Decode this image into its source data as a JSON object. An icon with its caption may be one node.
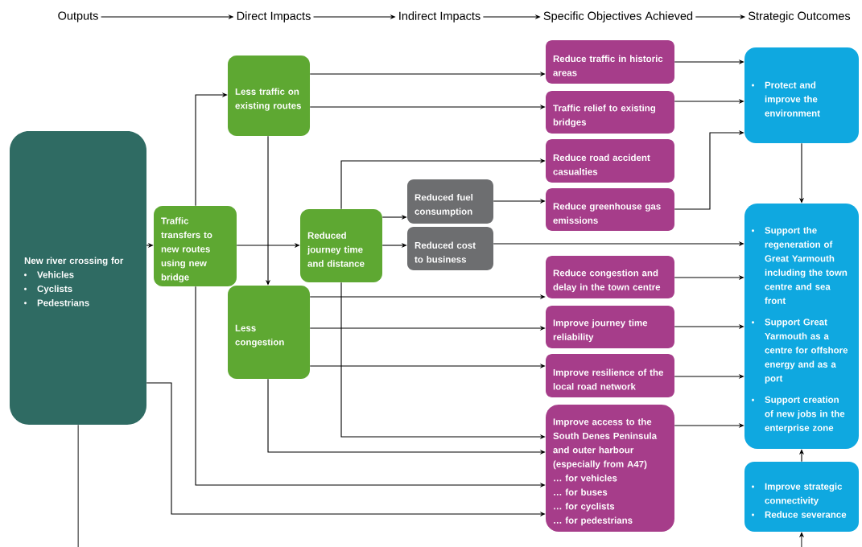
{
  "diagram": {
    "nodes": [
      {
        "text": [
          "Outputs"
        ]
      },
      {
        "text": [
          "Direct Impacts"
        ]
      },
      {
        "text": [
          "Indirect Impacts"
        ]
      },
      {
        "text": [
          "Specific Objectives Achieved"
        ]
      },
      {
        "text": [
          "Strategic Outcomes"
        ]
      },
      {
        "text": [
          "New river crossing for",
          "Vehicles",
          "Cyclists",
          "Pedestrians"
        ]
      },
      {
        "text": [
          "Traffic transfers to new routes using new bridge"
        ]
      },
      {
        "text": [
          "Less traffic on existing routes"
        ]
      },
      {
        "text": [
          "Less congestion"
        ]
      },
      {
        "text": [
          "Reduced journey time and distance"
        ]
      },
      {
        "text": [
          "Reduced fuel consumption"
        ]
      },
      {
        "text": [
          "Reduced cost to business"
        ]
      },
      {
        "text": [
          "Reduce traffic in historic areas"
        ]
      },
      {
        "text": [
          "Traffic relief to existing bridges"
        ]
      },
      {
        "text": [
          "Reduce road accident casualties"
        ]
      },
      {
        "text": [
          "Reduce greenhouse gas emissions"
        ]
      },
      {
        "text": [
          "Reduce congestion and delay in the town centre"
        ]
      },
      {
        "text": [
          "Improve journey time reliability"
        ]
      },
      {
        "text": [
          "Improve resilience of the local road network"
        ]
      },
      {
        "text": [
          "Improve access to the South Denes Peninsula and outer harbour (especially from A47)",
          "… for vehicles",
          "… for buses",
          "… for cyclists",
          "… for pedestrians"
        ]
      },
      {
        "text": [
          "Protect and improve the environment"
        ]
      },
      {
        "text": [
          "Support the regeneration of Great Yarmouth including the town centre and sea front",
          "Support Great Yarmouth as a centre for offshore energy and as a port",
          "Support creation of new jobs in the enterprise zone"
        ]
      },
      {
        "text": [
          "Improve strategic connectivity",
          "Reduce severance"
        ]
      }
    ],
    "edges": [
      {
        "from": 0,
        "to": 1,
        "arrow": "to"
      },
      {
        "from": 1,
        "to": 2,
        "arrow": "to"
      },
      {
        "from": 2,
        "to": 3,
        "arrow": "to"
      },
      {
        "from": 3,
        "to": 4,
        "arrow": "to"
      },
      {
        "from": 5,
        "to": 6,
        "arrow": "to"
      },
      {
        "from": 6,
        "to": 7,
        "arrow": "to"
      },
      {
        "from": 6,
        "to": 9,
        "arrow": "to"
      },
      {
        "from": 7,
        "to": 8,
        "arrow": "to"
      },
      {
        "from": 7,
        "to": 12,
        "arrow": "to"
      },
      {
        "from": 7,
        "to": 13,
        "arrow": "to"
      },
      {
        "from": 9,
        "to": 14,
        "arrow": "to"
      },
      {
        "from": 9,
        "to": 10,
        "arrow": "to"
      },
      {
        "from": 9,
        "to": 11,
        "arrow": "to"
      },
      {
        "from": 9,
        "to": 19,
        "arrow": "to"
      },
      {
        "from": 8,
        "to": 19,
        "arrow": "to"
      },
      {
        "from": 6,
        "to": 19,
        "arrow": "to"
      },
      {
        "from": 5,
        "to": 19,
        "arrow": "to"
      },
      {
        "from": 8,
        "to": 16,
        "arrow": "to"
      },
      {
        "from": 8,
        "to": 17,
        "arrow": "to"
      },
      {
        "from": 8,
        "to": 18,
        "arrow": "to"
      },
      {
        "from": 10,
        "to": 15,
        "arrow": "to"
      },
      {
        "from": 11,
        "to": 21,
        "arrow": "to"
      },
      {
        "from": 12,
        "to": 20,
        "arrow": "to"
      },
      {
        "from": 13,
        "to": 20,
        "arrow": "to"
      },
      {
        "from": 15,
        "to": 20,
        "arrow": "to"
      },
      {
        "from": 16,
        "to": 21,
        "arrow": "to"
      },
      {
        "from": 17,
        "to": 21,
        "arrow": "to"
      },
      {
        "from": 18,
        "to": 21,
        "arrow": "to"
      },
      {
        "from": 19,
        "to": 21,
        "arrow": "to"
      },
      {
        "from": 20,
        "to": 21,
        "arrow": "to"
      },
      {
        "from": 22,
        "to": 21,
        "arrow": "to"
      },
      {
        "from": null,
        "to": 22,
        "arrow": "to"
      },
      {
        "from": 5,
        "to": null,
        "arrow": "none"
      }
    ]
  }
}
